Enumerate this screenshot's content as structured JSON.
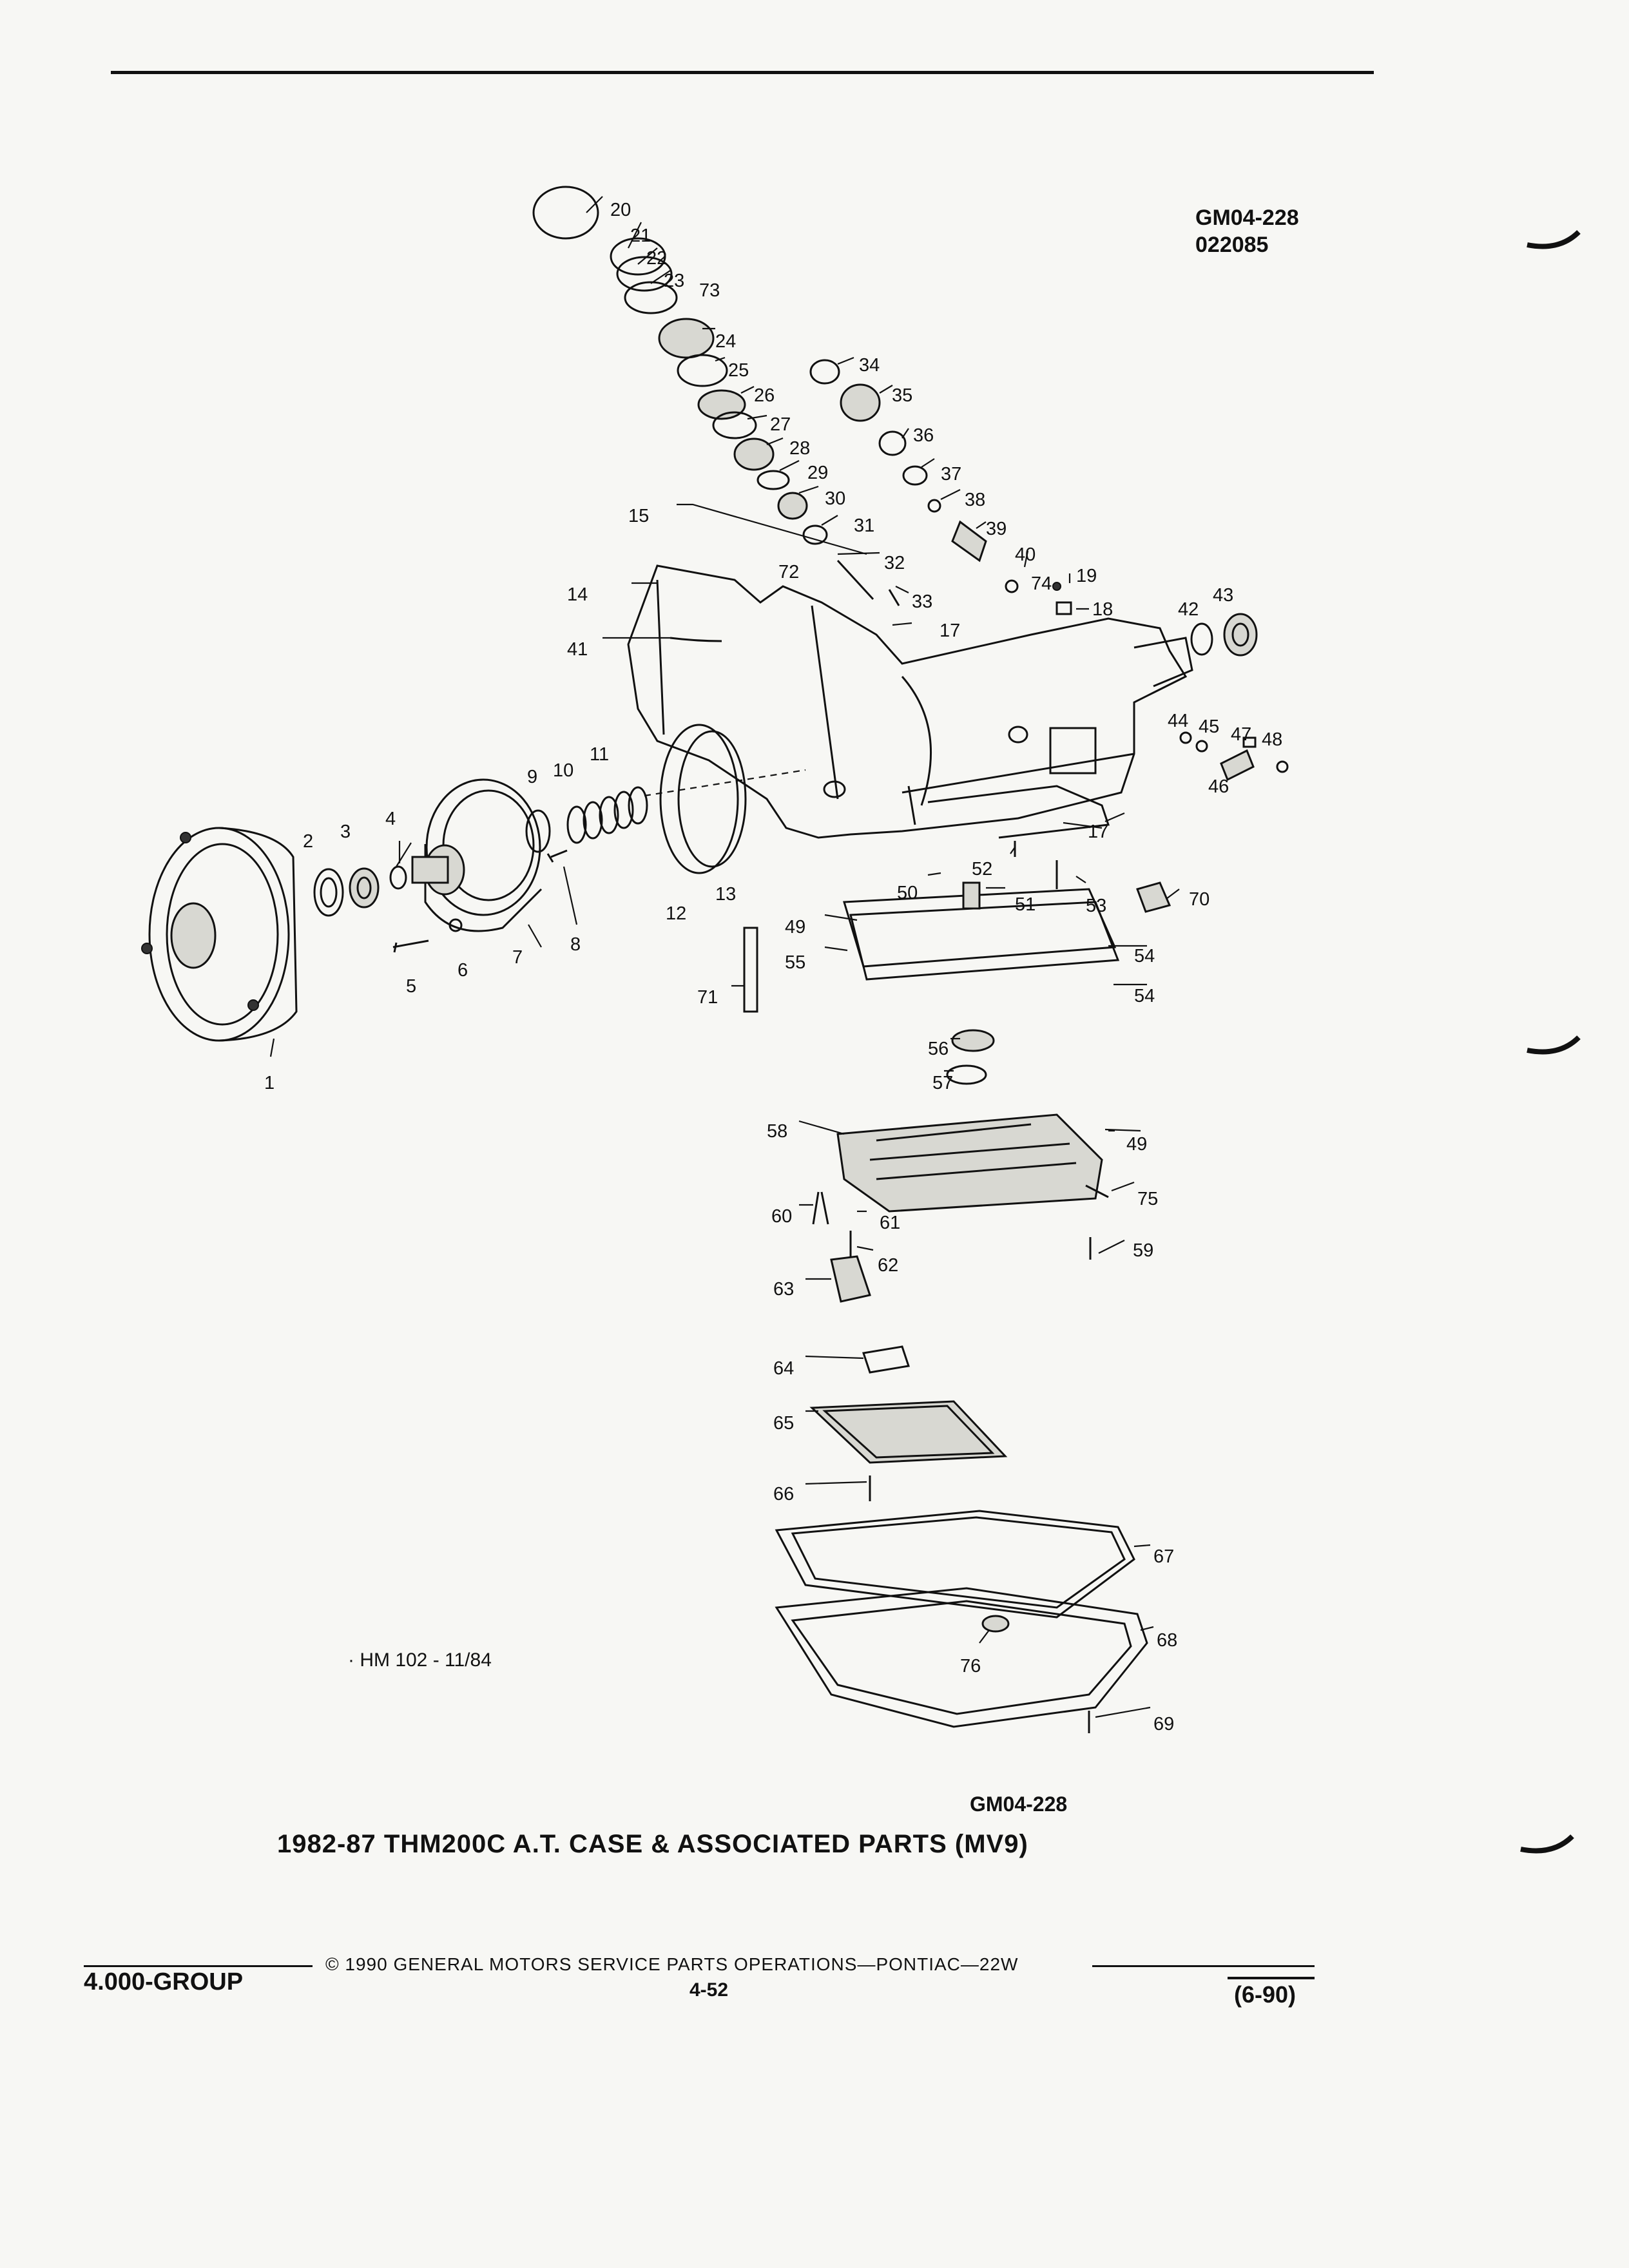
{
  "header": {
    "figure_id": "GM04-228",
    "figure_code": "022085"
  },
  "note": "· HM 102 - 11/84",
  "bottom_figure_id": "GM04-228",
  "caption": "1982-87 THM200C A.T. CASE & ASSOCIATED PARTS (MV9)",
  "footer": {
    "group": "4.000-GROUP",
    "copyright": "© 1990 GENERAL MOTORS SERVICE PARTS OPERATIONS—PONTIAC—22W",
    "page": "4-52",
    "date": "(6-90)"
  },
  "callouts": [
    "1",
    "2",
    "3",
    "4",
    "5",
    "6",
    "7",
    "8",
    "9",
    "10",
    "11",
    "12",
    "13",
    "14",
    "15",
    "17",
    "17",
    "18",
    "19",
    "20",
    "21",
    "22",
    "23",
    "24",
    "25",
    "26",
    "27",
    "28",
    "29",
    "30",
    "31",
    "32",
    "33",
    "34",
    "35",
    "36",
    "37",
    "38",
    "39",
    "40",
    "41",
    "42",
    "43",
    "44",
    "45",
    "46",
    "47",
    "48",
    "49",
    "49",
    "50",
    "51",
    "52",
    "53",
    "54",
    "54",
    "55",
    "56",
    "57",
    "58",
    "59",
    "60",
    "61",
    "62",
    "63",
    "64",
    "65",
    "66",
    "67",
    "68",
    "69",
    "70",
    "71",
    "72",
    "73",
    "74",
    "75",
    "76"
  ]
}
